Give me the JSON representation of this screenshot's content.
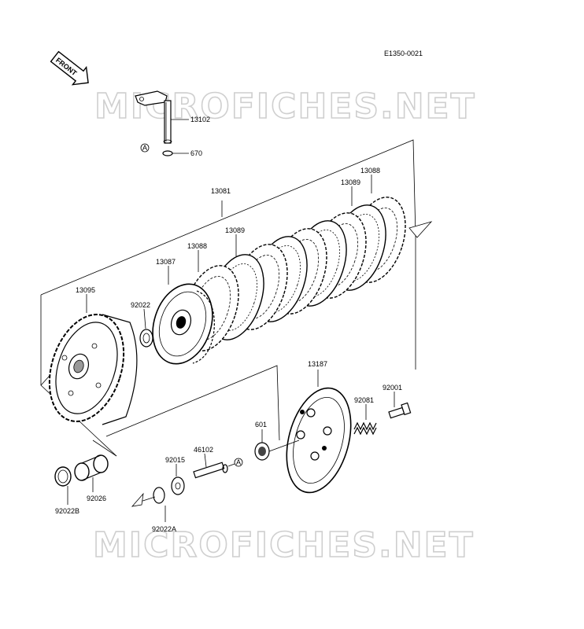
{
  "diagram_code": "E1350-0021",
  "front_label": "FRONT",
  "watermark": "MICROFICHES.NET",
  "ref_a": "A",
  "parts": {
    "p13102": "13102",
    "p670": "670",
    "p13081": "13081",
    "p13088a": "13088",
    "p13089a": "13089",
    "p13089b": "13089",
    "p13088b": "13088",
    "p13087": "13087",
    "p92022": "92022",
    "p13095": "13095",
    "p13187": "13187",
    "p92001": "92001",
    "p92081": "92081",
    "p601": "601",
    "p46102": "46102",
    "p92015": "92015",
    "p92026": "92026",
    "p92022b": "92022B",
    "p92022a": "92022A"
  }
}
